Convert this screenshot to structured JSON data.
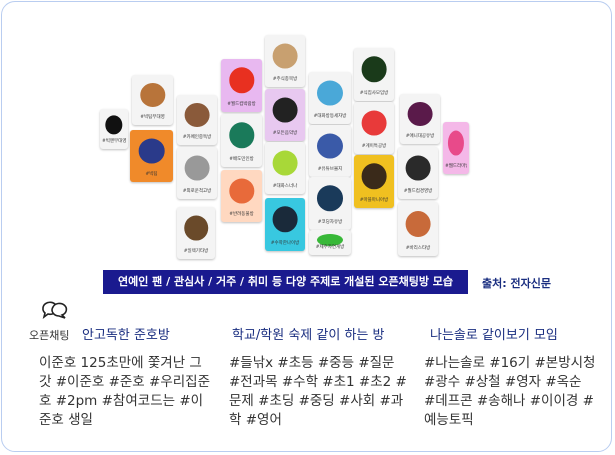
{
  "collage": {
    "cards": [
      {
        "tag": "#빅맨무대영",
        "bg": "#f4f4f4",
        "art": "#111111"
      },
      {
        "tag": "#빅팀",
        "bg": "#f08a2a",
        "art": "#2a3a8a"
      },
      {
        "tag": "#빅팀무대영",
        "bg": "#f4f4f4",
        "art": "#b8743a"
      },
      {
        "tag": "#카페인중독방",
        "bg": "#f4f4f4",
        "art": "#8a5a3a"
      },
      {
        "tag": "#외로운척고방",
        "bg": "#f4f4f4",
        "art": "#999999"
      },
      {
        "tag": "#일렉기타방",
        "bg": "#f4f4f4",
        "art": "#6a4a2a"
      },
      {
        "tag": "#월드컵박람방",
        "bg": "#e8b8f0",
        "art": "#e83020"
      },
      {
        "tag": "#배도민인방",
        "bg": "#f4f4f4",
        "art": "#1a7a5a"
      },
      {
        "tag": "#반려동물방",
        "bg": "#ffd8c0",
        "art": "#e86a3a"
      },
      {
        "tag": "#주식종목방",
        "bg": "#f4f4f4",
        "art": "#c8a070"
      },
      {
        "tag": "#모든음악방",
        "bg": "#e8c8f0",
        "art": "#222222"
      },
      {
        "tag": "#대화스너나",
        "bg": "#f4f4f4",
        "art": "#a8d838"
      },
      {
        "tag": "#수학한나이방",
        "bg": "#38c8e0",
        "art": "#1a2a3a"
      },
      {
        "tag": "#대화방등세자방",
        "bg": "#f4f4f4",
        "art": "#4aa8d8"
      },
      {
        "tag": "#유튜브몰지",
        "bg": "#f4f4f4",
        "art": "#3a5aa8"
      },
      {
        "tag": "#코딩자유방",
        "bg": "#f4f4f4",
        "art": "#1a3a5a"
      },
      {
        "tag": "#제주자연게방",
        "bg": "#f4f4f4",
        "art": "#38b838"
      },
      {
        "tag": "#식집사모임방",
        "bg": "#f4f4f4",
        "art": "#1a3a1a"
      },
      {
        "tag": "#게이특공방",
        "bg": "#f4f4f4",
        "art": "#e83a3a"
      },
      {
        "tag": "#마블마니아방",
        "bg": "#f0c020",
        "art": "#3a2a1a"
      },
      {
        "tag": "#월드컵경영방",
        "bg": "#f4f4f4",
        "art": "#2a2a2a"
      },
      {
        "tag": "#바리스타방",
        "bg": "#f4f4f4",
        "art": "#c86a3a"
      },
      {
        "tag": "#애니대공유방",
        "bg": "#f4f4f4",
        "art": "#5a1a4a"
      },
      {
        "tag": "#웹드라마방",
        "bg": "#f4b8e8",
        "art": "#e84a8a"
      }
    ]
  },
  "caption": "연예인 팬 / 관심사 / 거주 / 취미 등 다양 주제로 개설된 오픈채팅방 모습",
  "source": "출처: 전자신문",
  "brand": "오픈채팅",
  "columns": [
    {
      "title": "안고독한 준호방",
      "text": "이준호 125초만에 쫓겨난 그갓 #이준호 #준호 #우리집준호 #2pm #참여코드는 #이준호 생일"
    },
    {
      "title": "학교/학원 숙제 같이 하는 방",
      "text": "#들낚x #초등 #중등 #질문 #전과목 #수학 #초1 #초2 #문제 #초딩 #중딩 #사회 #과학 #영어"
    },
    {
      "title": "나는솔로 같이보기 모임",
      "text": "#나는솔로 #16기 #본방시청 #광수 #상철 #영자 #옥순 #데프콘 #송해나 #이이경 #예능토픽"
    }
  ],
  "colors": {
    "caption_bg": "#1a1a8f",
    "title": "#1a2e80",
    "text": "#333333"
  }
}
